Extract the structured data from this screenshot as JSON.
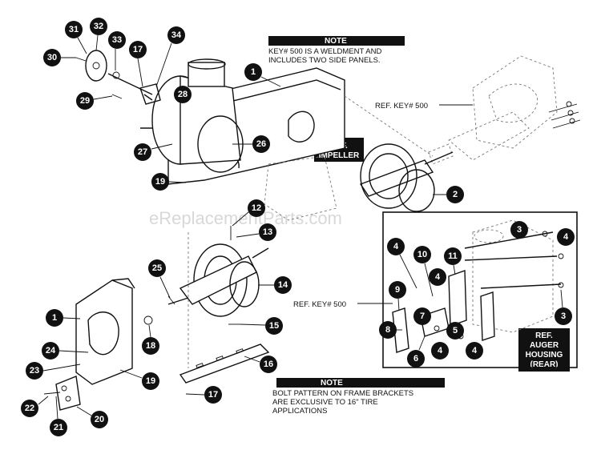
{
  "watermark": "eReplacementParts.com",
  "notes": [
    {
      "heading": "NOTE",
      "lines": [
        "KEY# 500 IS A WELDMENT AND",
        "INCLUDES TWO SIDE PANELS."
      ]
    },
    {
      "heading": "NOTE",
      "lines": [
        "BOLT PATTERN ON FRAME BRACKETS",
        "ARE EXCLUSIVE TO 16\" TIRE",
        "APPLICATIONS"
      ]
    }
  ],
  "ref_labels": {
    "key500_top": "REF. KEY# 500",
    "key500_mid": "REF. KEY# 500"
  },
  "ref_boxes": {
    "impeller": [
      "REF.",
      "IMPELLER"
    ],
    "auger_housing": [
      "REF.",
      "AUGER",
      "HOUSING",
      "(REAR)"
    ]
  },
  "callouts": [
    "30",
    "31",
    "32",
    "33",
    "17",
    "34",
    "1",
    "29",
    "28",
    "27",
    "26",
    "19",
    "2",
    "12",
    "13",
    "25",
    "14",
    "15",
    "1",
    "18",
    "24",
    "23",
    "19",
    "16",
    "22",
    "21",
    "20",
    "17",
    "3",
    "4",
    "4",
    "10",
    "11",
    "4",
    "9",
    "7",
    "3",
    "8",
    "5",
    "6",
    "4",
    "4"
  ]
}
